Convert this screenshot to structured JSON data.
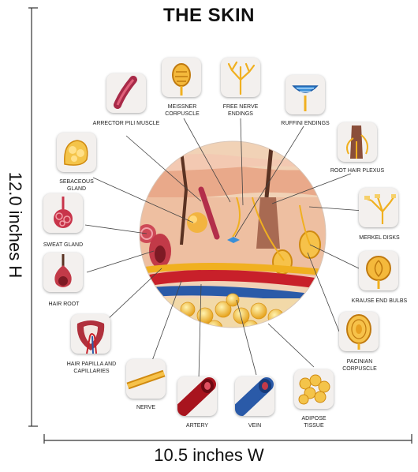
{
  "title": "THE SKIN",
  "dimensions": {
    "height": "12.0 inches H",
    "width": "10.5 inches W"
  },
  "labels": {
    "arrector": "ARRECTOR PILI MUSCLE",
    "meissner": "MEISSNER CORPUSCLE",
    "free_nerve": "FREE NERVE ENDINGS",
    "ruffini": "RUFFINI ENDINGS",
    "root_hair_plexus": "ROOT HAIR PLEXUS",
    "sebaceous": "SEBACEOUS GLAND",
    "merkel": "MERKEL DISKS",
    "sweat": "SWEAT GLAND",
    "krause": "KRAUSE END BULBS",
    "hair_root": "HAIR ROOT",
    "pacinian": "PACINIAN CORPUSCLE",
    "papilla": "HAIR PAPILLA AND CAPILLARIES",
    "nerve": "NERVE",
    "artery": "ARTERY",
    "vein": "VEIN",
    "adipose": "ADIPOSE TISSUE"
  },
  "colors": {
    "skin": "#e8b48e",
    "artery": "#c8202a",
    "vein": "#2a5aa8",
    "nerve": "#f0b020",
    "fat": "#f4c44a"
  }
}
